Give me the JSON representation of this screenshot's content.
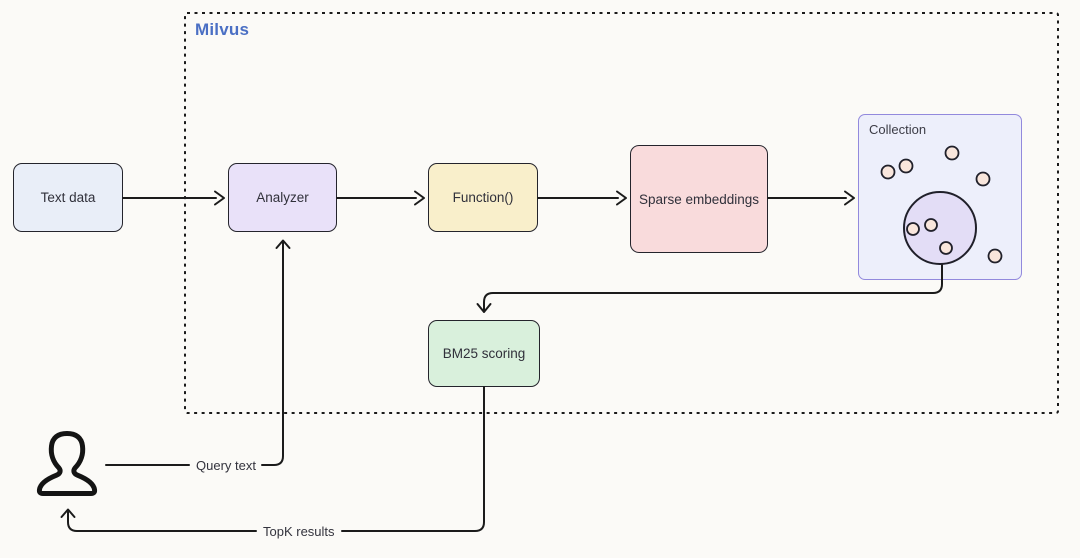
{
  "diagram": {
    "container": {
      "label": "Milvus",
      "label_color": "#4a6fc4"
    },
    "nodes": {
      "text_data": {
        "label": "Text data",
        "fill": "#e9eef8"
      },
      "analyzer": {
        "label": "Analyzer",
        "fill": "#e9e1f9"
      },
      "function": {
        "label": "Function()",
        "fill": "#f9efcb"
      },
      "sparse_embeddings": {
        "label": "Sparse embeddings",
        "fill": "#f9dbdc"
      },
      "collection": {
        "label": "Collection",
        "fill": "#edeffb",
        "border_color": "#9289dd"
      },
      "bm25_scoring": {
        "label": "BM25 scoring",
        "fill": "#d9f0dc"
      }
    },
    "edge_labels": {
      "query_text": "Query text",
      "topk_results": "TopK results"
    },
    "colors": {
      "line": "#1b1b1b",
      "background": "#fbfaf7",
      "collection_dot_fill": "#f9e6dc",
      "collection_cluster_fill": "#e3ddf6"
    }
  }
}
